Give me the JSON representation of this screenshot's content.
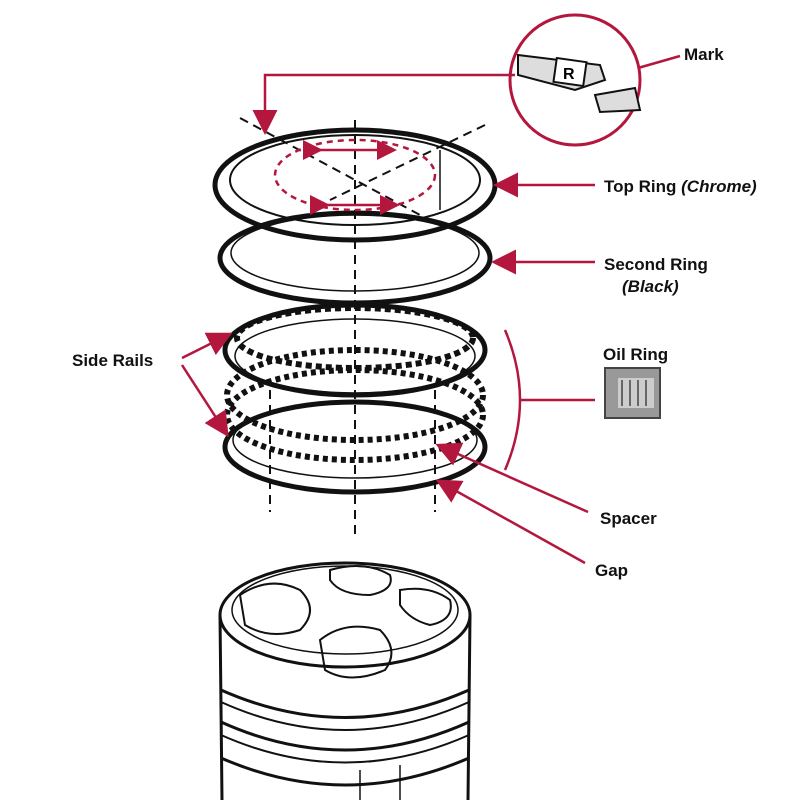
{
  "diagram": {
    "title": "Piston ring installation",
    "accent_color": "#b3173d",
    "labels": {
      "mark": "Mark",
      "mark_letter": "R",
      "top_ring": "Top Ring",
      "top_ring_material": "(Chrome)",
      "second_ring": "Second Ring",
      "second_ring_material": "(Black)",
      "oil_ring": "Oil Ring",
      "side_rails": "Side Rails",
      "spacer": "Spacer",
      "gap": "Gap"
    }
  }
}
